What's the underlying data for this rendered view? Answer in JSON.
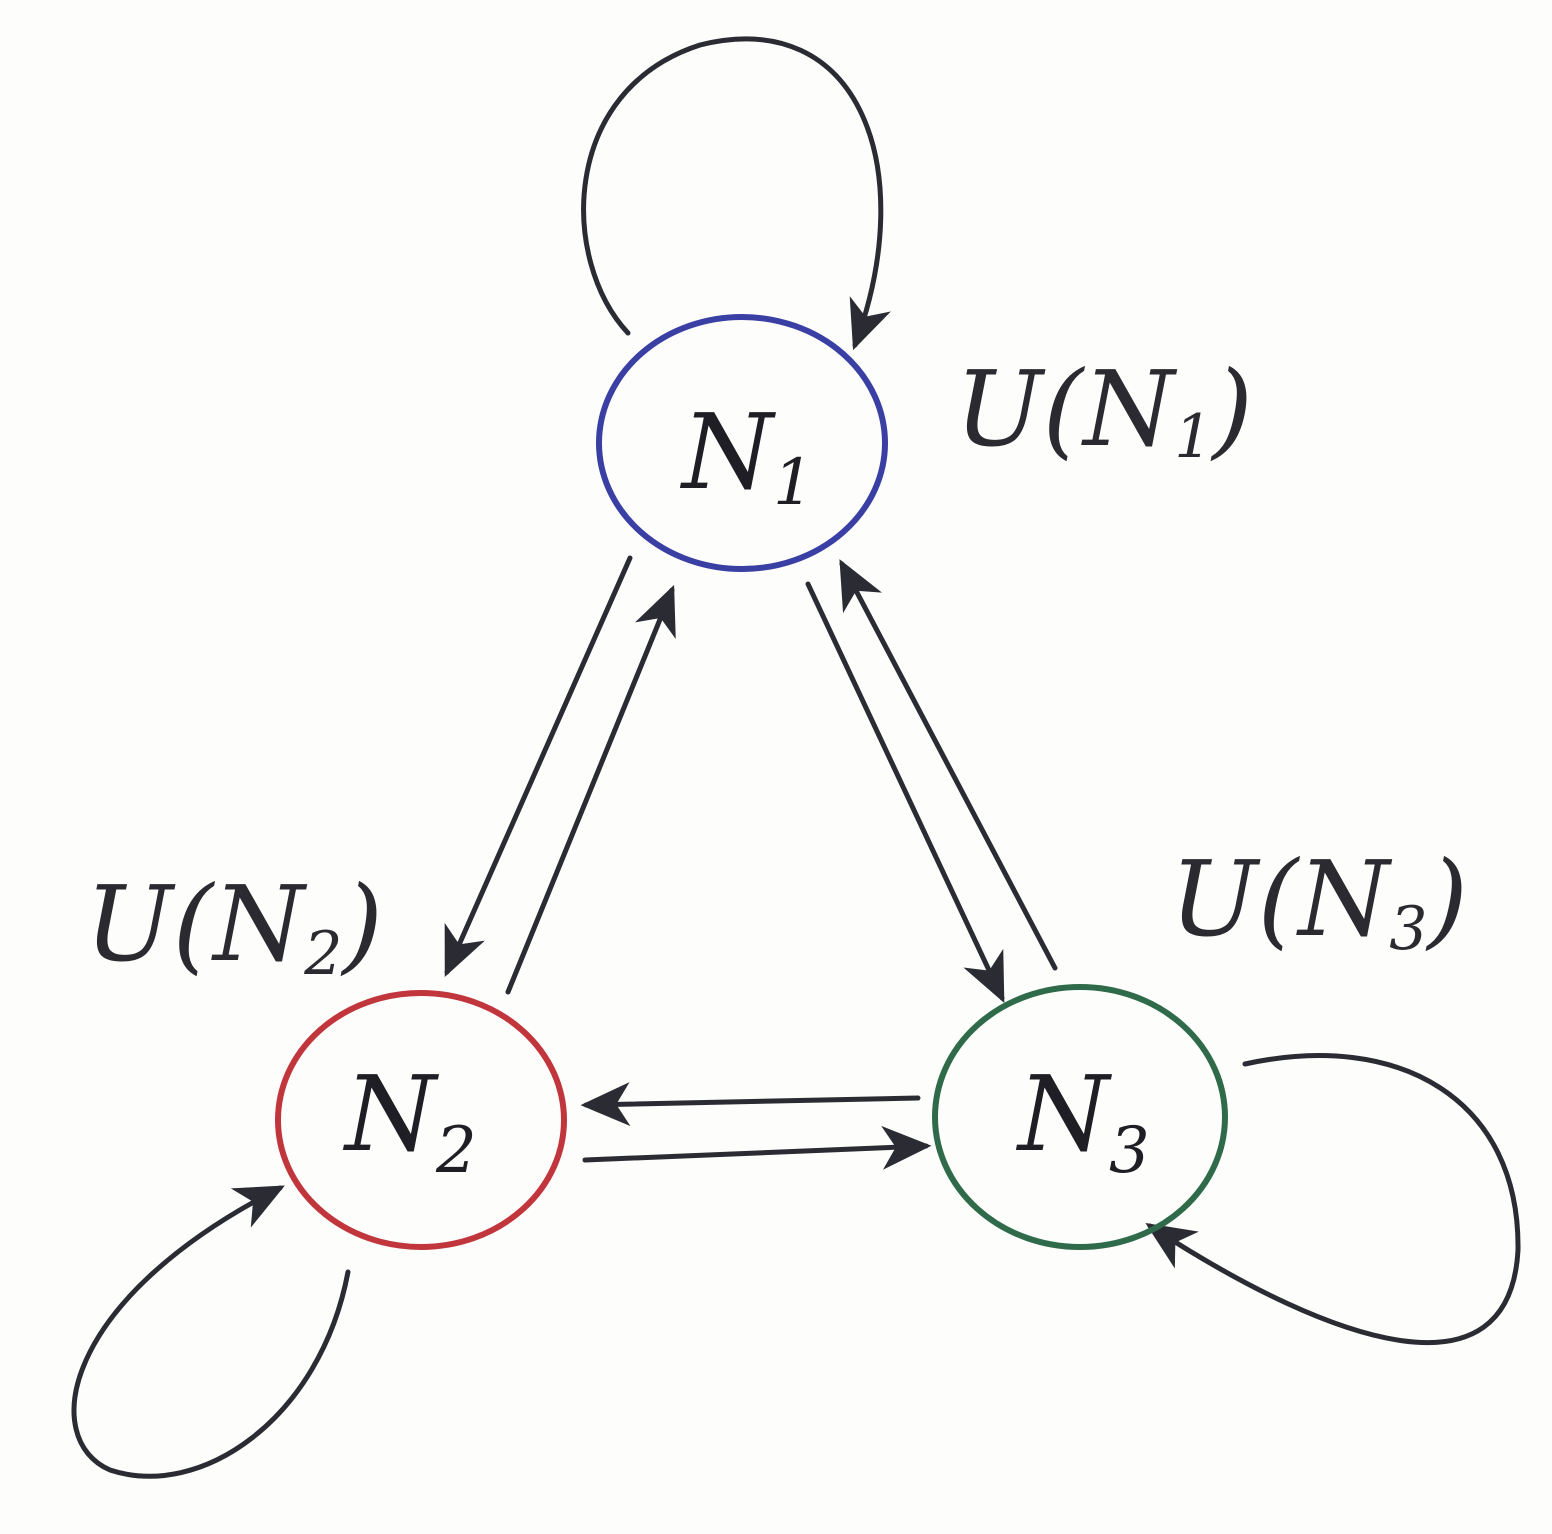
{
  "colors": {
    "n1": "#3a3fa3",
    "n2": "#c0363c",
    "n3": "#2f6b4a",
    "edge": "#2b2b33"
  },
  "nodes": [
    {
      "id": "n1",
      "base": "N",
      "sub": "1"
    },
    {
      "id": "n2",
      "base": "N",
      "sub": "2"
    },
    {
      "id": "n3",
      "base": "N",
      "sub": "3"
    }
  ],
  "annotations": [
    {
      "id": "u1",
      "prefix": "U(N",
      "sub": "1",
      "suffix": ")"
    },
    {
      "id": "u2",
      "prefix": "U(N",
      "sub": "2",
      "suffix": ")"
    },
    {
      "id": "u3",
      "prefix": "U(N",
      "sub": "3",
      "suffix": ")"
    }
  ],
  "edges": [
    {
      "from": "n1",
      "to": "n1"
    },
    {
      "from": "n2",
      "to": "n2"
    },
    {
      "from": "n3",
      "to": "n3"
    },
    {
      "from": "n1",
      "to": "n2"
    },
    {
      "from": "n2",
      "to": "n1"
    },
    {
      "from": "n1",
      "to": "n3"
    },
    {
      "from": "n3",
      "to": "n1"
    },
    {
      "from": "n2",
      "to": "n3"
    },
    {
      "from": "n3",
      "to": "n2"
    }
  ]
}
